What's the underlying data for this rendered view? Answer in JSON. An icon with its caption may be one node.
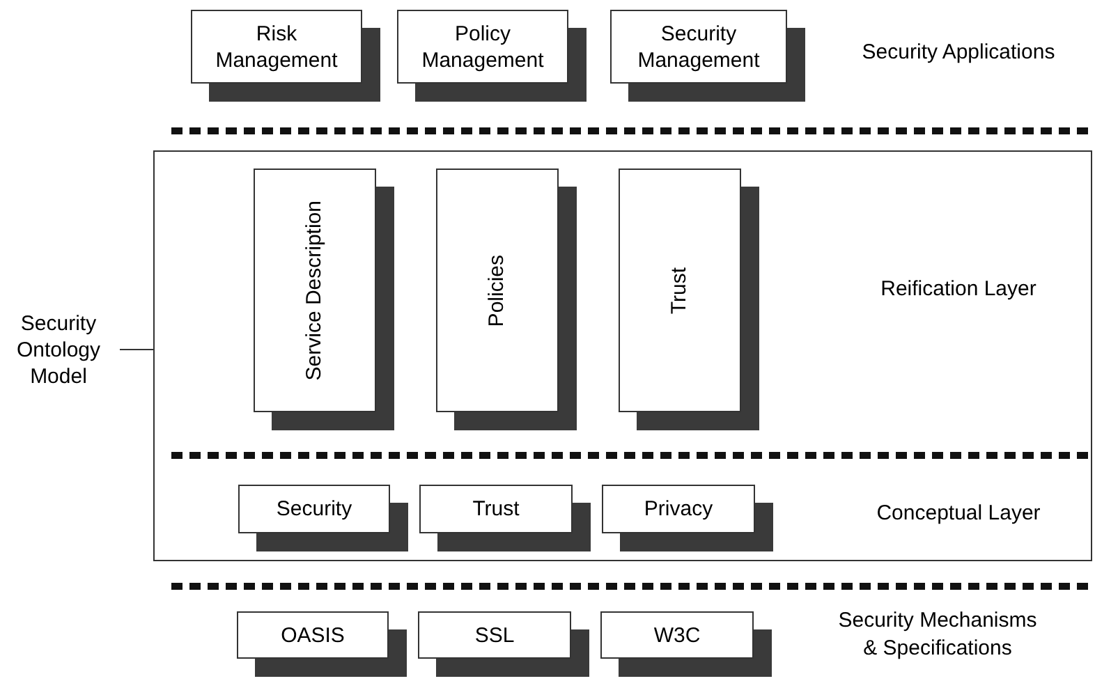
{
  "diagram": {
    "nodes": [
      {
        "text": [
          "Risk Management"
        ]
      },
      {
        "text": [
          "Policy Management"
        ]
      },
      {
        "text": [
          "Security Management"
        ]
      },
      {
        "text": [
          "Security Ontology Model"
        ]
      },
      {
        "text": [],
        "shape": "box"
      },
      {
        "text": [
          "Service Description"
        ],
        "in": 4
      },
      {
        "text": [
          "Policies"
        ],
        "in": 4
      },
      {
        "text": [
          "Trust"
        ],
        "in": 4
      },
      {
        "text": [
          "Security"
        ],
        "in": 4
      },
      {
        "text": [
          "Trust"
        ],
        "in": 4
      },
      {
        "text": [
          "Privacy"
        ],
        "in": 4
      },
      {
        "text": [
          "OASIS"
        ]
      },
      {
        "text": [
          "SSL"
        ]
      },
      {
        "text": [
          "W3C"
        ]
      }
    ],
    "edges": [
      {
        "from": 3,
        "to": 4,
        "arrow": "none"
      }
    ],
    "labels": [
      "Security Applications",
      "Reification Layer",
      "Conceptual Layer",
      "Security Mechanisms & Specifications"
    ]
  }
}
